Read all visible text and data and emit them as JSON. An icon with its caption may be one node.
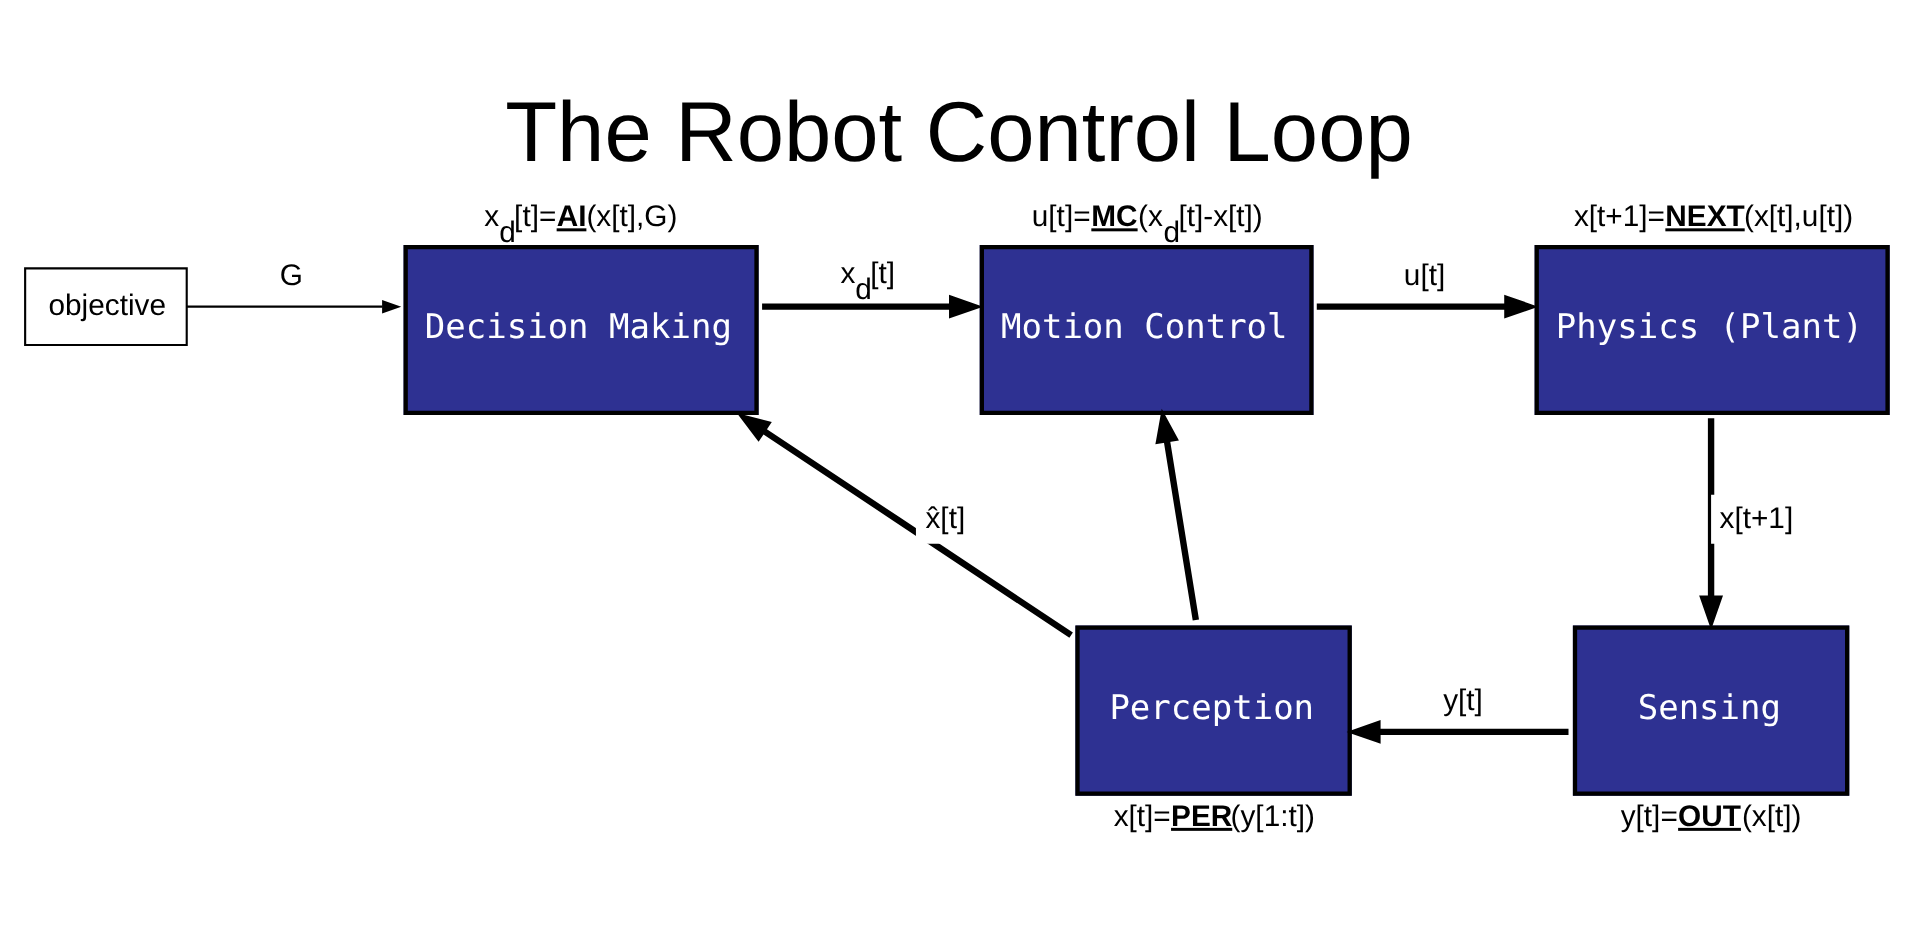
{
  "diagram": {
    "title": "The Robot Control Loop",
    "nodes": [
      {
        "text": [
          "objective"
        ]
      },
      {
        "text": [
          "Decision Making"
        ],
        "beside": [
          "x$_{d}$[t]=**AI**(x[t],G)"
        ]
      },
      {
        "text": [
          "Motion Control"
        ],
        "beside": [
          "u[t]=**MC**(x$_{d}$[t]-x[t])"
        ]
      },
      {
        "text": [
          "Physics (Plant)"
        ],
        "beside": [
          "x[t+1]=**NEXT**(x[t],u[t])"
        ]
      },
      {
        "text": [
          "Sensing"
        ],
        "beside": [
          "y[t]=**OUT**(x[t])"
        ]
      },
      {
        "text": [
          "Perception"
        ],
        "beside": [
          "x[t]=**PER**(y[1:t])"
        ]
      }
    ],
    "edges": [
      {
        "from": 0,
        "to": 1,
        "arrow": "to",
        "label": "G"
      },
      {
        "from": 1,
        "to": 2,
        "arrow": "to",
        "label": "x$_{d}$[t]"
      },
      {
        "from": 2,
        "to": 3,
        "arrow": "to",
        "label": "u[t]"
      },
      {
        "from": 3,
        "to": 4,
        "arrow": "to",
        "label": "x[t+1]"
      },
      {
        "from": 4,
        "to": 5,
        "arrow": "to",
        "label": "y[t]"
      },
      {
        "from": 5,
        "to": 1,
        "arrow": "to",
        "label": "x̂[t]"
      },
      {
        "from": 5,
        "to": 2,
        "arrow": "to"
      }
    ]
  }
}
